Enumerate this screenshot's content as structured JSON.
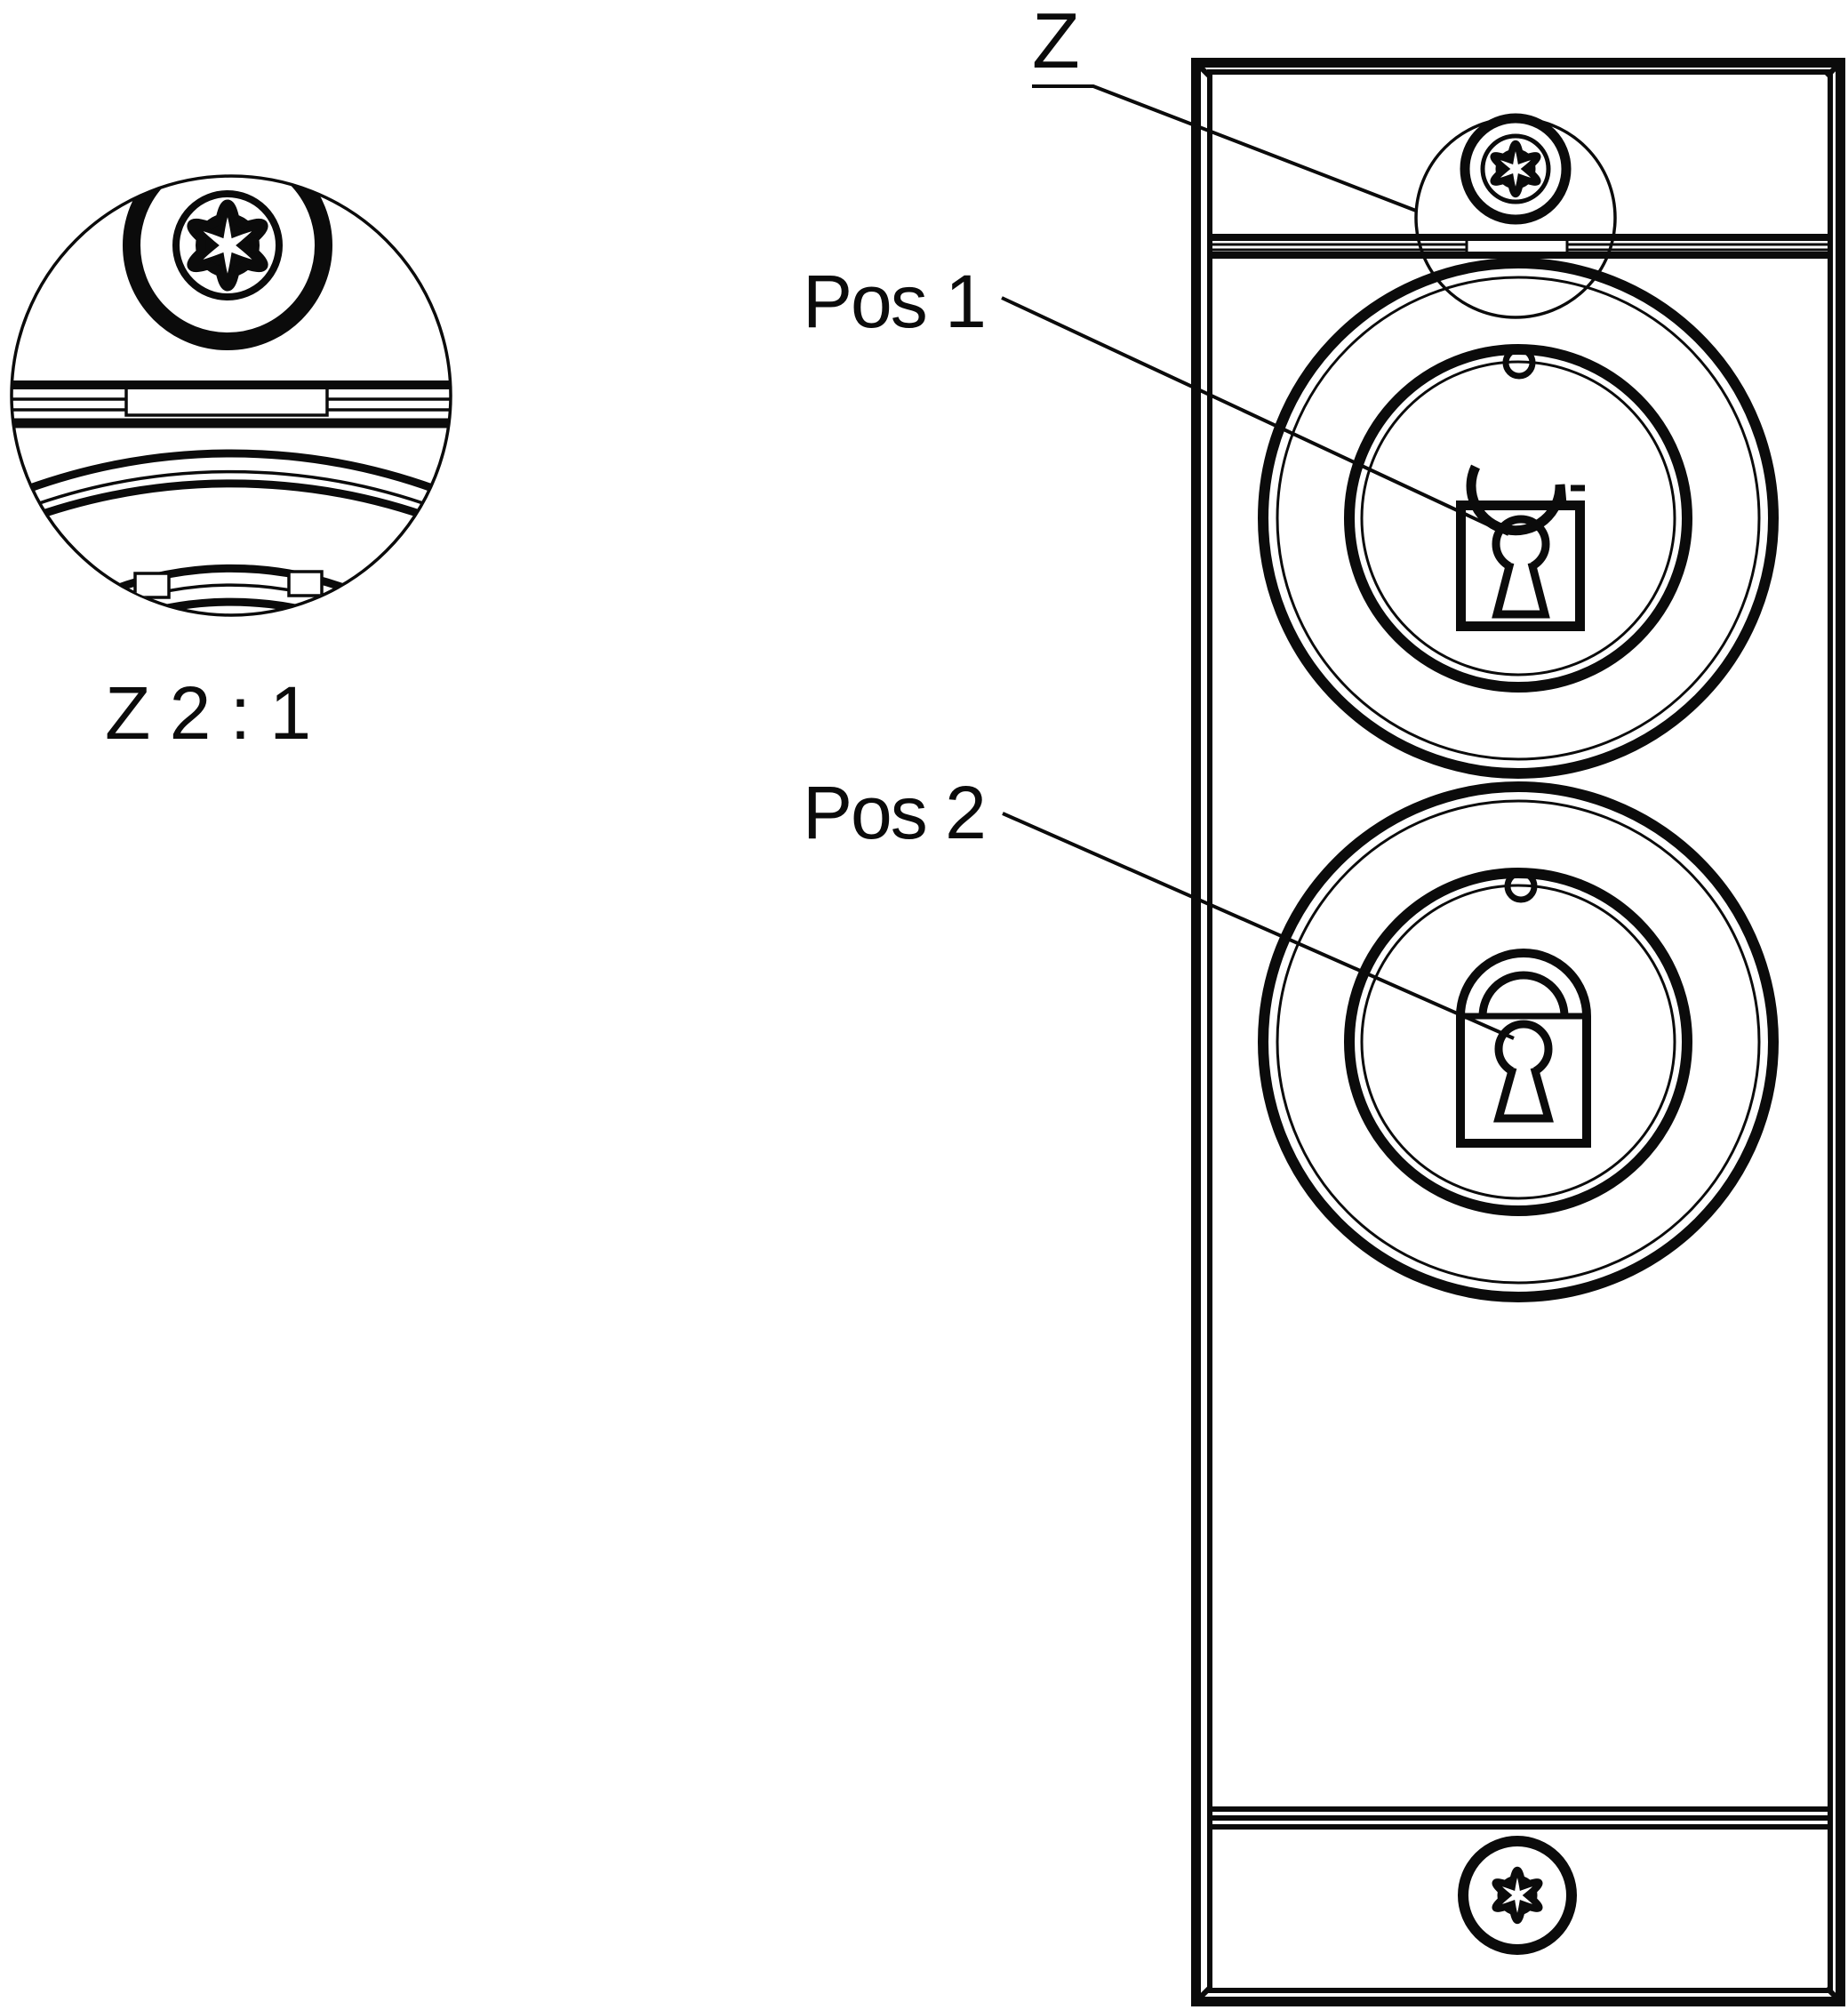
{
  "colors": {
    "background": "#ffffff",
    "line": "#0b0b0b"
  },
  "labels": {
    "z": "Z",
    "pos1": "Pos 1",
    "pos2": "Pos 2",
    "scale": "Z 2 : 1"
  },
  "icons": {
    "top_screw": "torx-screw-icon",
    "bottom_screw": "torx-screw-icon",
    "detail_screw": "torx-screw-icon",
    "pos1_dial": "open-padlock-icon",
    "pos2_dial": "closed-padlock-icon",
    "keyholes": "keyhole-icon",
    "detail_marker": "detail-callout-circle"
  },
  "views": {
    "detail_view": {
      "callout": "Z",
      "scale_text": "Z 2 : 1",
      "content": "magnified top screw, panel seam and dial edge"
    },
    "main_view": {
      "panel": "tall rectangular front panel",
      "positions": [
        {
          "label": "Pos 1",
          "state": "unlocked",
          "symbol": "open padlock in round dial"
        },
        {
          "label": "Pos 2",
          "state": "locked",
          "symbol": "closed padlock in round dial"
        }
      ]
    }
  }
}
